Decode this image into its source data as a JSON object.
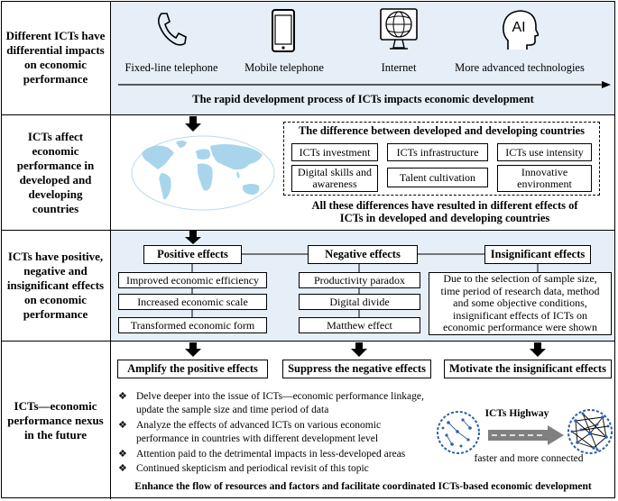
{
  "rows": [
    {
      "label": "Different ICTs have differential impacts on economic performance"
    },
    {
      "label": "ICTs affect economic performance in developed and developing countries"
    },
    {
      "label": "ICTs have positive, negative and insignificant effects on economic performance"
    },
    {
      "label": "ICTs—economic performance nexus in the future"
    }
  ],
  "technologies": [
    {
      "icon": "telephone-icon",
      "label": "Fixed-line telephone"
    },
    {
      "icon": "mobile-phone-icon",
      "label": "Mobile telephone"
    },
    {
      "icon": "globe-monitor-icon",
      "label": "Internet"
    },
    {
      "icon": "ai-head-icon",
      "label": "More advanced technologies",
      "icon_text": "AI"
    }
  ],
  "timeline_caption": "The rapid development process of ICTs impacts economic development",
  "difference": {
    "title": "The difference between developed and developing countries",
    "items": [
      "ICTs investment",
      "ICTs infrastructure",
      "ICTs use intensity",
      "Digital skills and awareness",
      "Talent cultivation",
      "Innovative environment"
    ],
    "conclusion": "All these differences have resulted in different effects of ICTs in developed and developing countries"
  },
  "effects": {
    "positive": {
      "title": "Positive effects",
      "items": [
        "Improved economic efficiency",
        "Increased economic scale",
        "Transformed economic form"
      ]
    },
    "negative": {
      "title": "Negative effects",
      "items": [
        "Productivity paradox",
        "Digital divide",
        "Matthew effect"
      ]
    },
    "insignificant": {
      "title": "Insignificant effects",
      "description": "Due to the selection of sample size, time period of research data, method and some objective conditions, insignificant effects of ICTs on economic performance were shown"
    }
  },
  "future": {
    "actions": [
      "Amplify the positive effects",
      "Suppress the negative effects",
      "Motivate the insignificant effects"
    ],
    "bullets": [
      "Delve deeper into the issue of ICTs—economic performance linkage,",
      "update the sample size and time period of data",
      "Analyze the effects of advanced ICTs on various economic",
      "performance in countries with different development level",
      "Attention paid to the detrimental impacts in less-developed areas",
      "Continued skepticism and periodical revisit of this topic"
    ],
    "highway_title": "ICTs Highway",
    "highway_caption": "faster and more connected",
    "footer": "Enhance the flow of resources and factors and facilitate coordinated ICTs-based economic development"
  },
  "colors": {
    "panel_blue": "#e6eef8",
    "map_blue": "#a9d5ec",
    "network_blue": "#2e5fa8"
  }
}
